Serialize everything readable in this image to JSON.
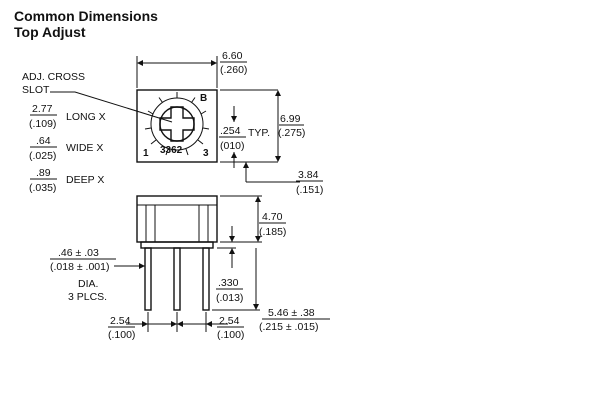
{
  "header": {
    "title": "Common Dimensions",
    "subtitle": "Top Adjust"
  },
  "top_view": {
    "cross_slot_label_1": "ADJ. CROSS",
    "cross_slot_label_2": "SLOT",
    "long_x_mm": "2.77",
    "long_x_in": "(.109)",
    "long_x_label": "LONG X",
    "wide_x_mm": ".64",
    "wide_x_in": "(.025)",
    "wide_x_label": "WIDE X",
    "deep_x_mm": ".89",
    "deep_x_in": "(.035)",
    "deep_x_label": "DEEP X",
    "width_mm": "6.60",
    "width_in": "(.260)",
    "height_mm": "6.99",
    "height_in": "(.275)",
    "pin_spacing_mm": ".254",
    "pin_spacing_in": "(010)",
    "pin_spacing_suffix": "TYP.",
    "offset_mm": "3.84",
    "offset_in": "(.151)",
    "part_number": "3362",
    "pin_1": "1",
    "pin_3": "3",
    "logo_text": "B"
  },
  "side_view": {
    "pin_dia_mm": ".46 ± .03",
    "pin_dia_in": "(.018 ± .001)",
    "dia_label": "DIA.",
    "plcs_label": "3 PLCS.",
    "body_height_mm": "4.70",
    "body_height_in": "(.185)",
    "standoff_mm": ".330",
    "standoff_in": "(.013)",
    "overall_mm": "5.46 ± .38",
    "overall_in": "(.215 ± .015)",
    "pitch_left_mm": "2.54",
    "pitch_left_in": "(.100)",
    "pitch_right_mm": "2.54",
    "pitch_right_in": "(.100)"
  }
}
